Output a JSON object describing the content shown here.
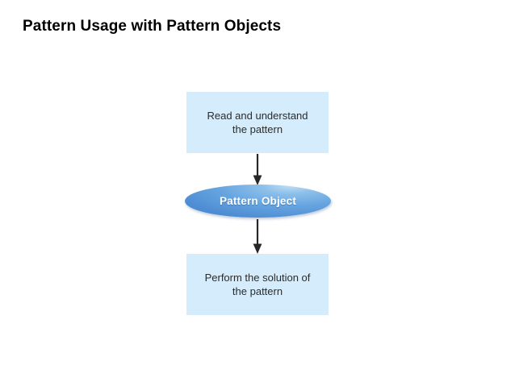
{
  "slide": {
    "title": "Pattern Usage with Pattern Objects",
    "background_color": "#ffffff"
  },
  "diagram": {
    "type": "flowchart",
    "orientation": "vertical",
    "box_fill_color": "#d4ecfb",
    "box_text_color": "#2b2b2b",
    "ellipse_gradient_from": "#bedcf4",
    "ellipse_gradient_to": "#3f7ec8",
    "ellipse_text_color": "#ffffff",
    "arrow_color": "#262626",
    "nodes": [
      {
        "id": "read-pattern",
        "shape": "rectangle",
        "line1": "Read and understand",
        "line2": "the pattern"
      },
      {
        "id": "pattern-object",
        "shape": "ellipse",
        "label": "Pattern Object"
      },
      {
        "id": "perform-solution",
        "shape": "rectangle",
        "line1": "Perform the solution of",
        "line2": "the pattern"
      }
    ],
    "edges": [
      {
        "id": "read-to-object",
        "from": "read-pattern",
        "to": "pattern-object",
        "style": "solid-arrow-down"
      },
      {
        "id": "object-to-perform",
        "from": "pattern-object",
        "to": "perform-solution",
        "style": "solid-arrow-down"
      }
    ]
  }
}
